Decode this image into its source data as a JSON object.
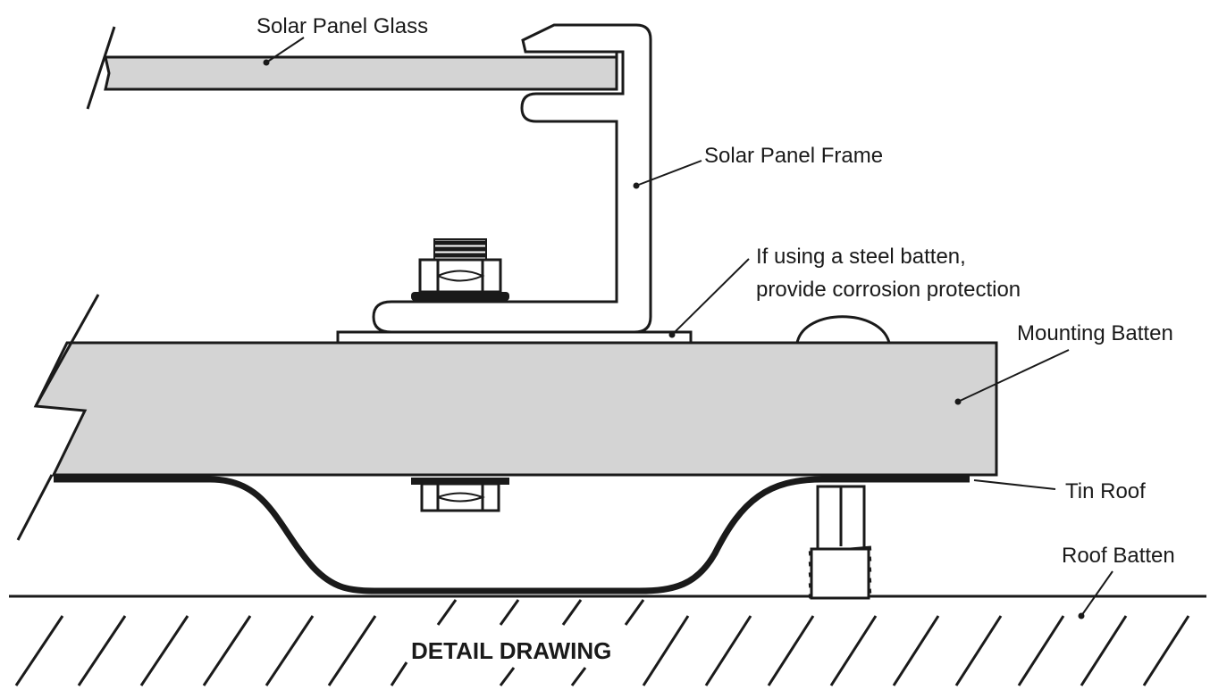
{
  "labels": {
    "glass": "Solar Panel Glass",
    "frame": "Solar Panel Frame",
    "steel_note_line1": "If using a steel batten,",
    "steel_note_line2": "provide corrosion protection",
    "mounting_batten": "Mounting Batten",
    "tin_roof": "Tin Roof",
    "roof_batten": "Roof Batten",
    "title": "DETAIL DRAWING"
  },
  "colors": {
    "ink": "#1a1a1a",
    "fill": "#d4d4d4",
    "background": "#ffffff"
  }
}
